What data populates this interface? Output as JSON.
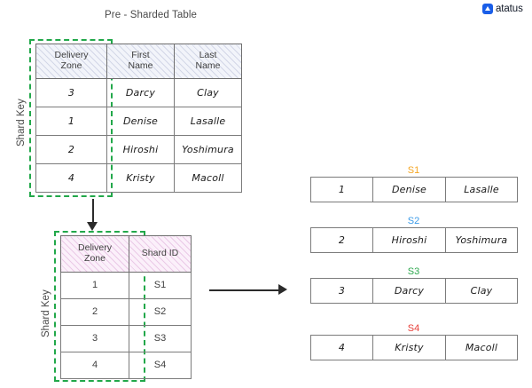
{
  "brand": {
    "name": "atatus",
    "logo_icon": "atatus-triangle-icon",
    "color": "#1A5EE8"
  },
  "title": "Pre - Sharded Table",
  "shard_key_label": "Shard Key",
  "pre_sharded_table": {
    "headers": [
      "Delivery\nZone",
      "First\nName",
      "Last\nName"
    ],
    "header_line1": [
      "Delivery",
      "First",
      "Last"
    ],
    "header_line2": [
      "Zone",
      "Name",
      "Name"
    ],
    "rows": [
      [
        "3",
        "Darcy",
        "Clay"
      ],
      [
        "1",
        "Denise",
        "Lasalle"
      ],
      [
        "2",
        "Hiroshi",
        "Yoshimura"
      ],
      [
        "4",
        "Kristy",
        "Macoll"
      ]
    ]
  },
  "shard_map_table": {
    "header_line1": [
      "Delivery",
      "Shard ID"
    ],
    "header_line2": [
      "Zone",
      ""
    ],
    "rows": [
      [
        "1",
        "S1"
      ],
      [
        "2",
        "S2"
      ],
      [
        "3",
        "S3"
      ],
      [
        "4",
        "S4"
      ]
    ]
  },
  "shards": [
    {
      "label": "S1",
      "color": "#F5A623",
      "row": [
        "1",
        "Denise",
        "Lasalle"
      ]
    },
    {
      "label": "S2",
      "color": "#3B9BE8",
      "row": [
        "2",
        "Hiroshi",
        "Yoshimura"
      ]
    },
    {
      "label": "S3",
      "color": "#2FA84F",
      "row": [
        "3",
        "Darcy",
        "Clay"
      ]
    },
    {
      "label": "S4",
      "color": "#E8403A",
      "row": [
        "4",
        "Kristy",
        "Macoll"
      ]
    }
  ],
  "arrows": {
    "down": "arrow-down",
    "right": "arrow-right"
  }
}
